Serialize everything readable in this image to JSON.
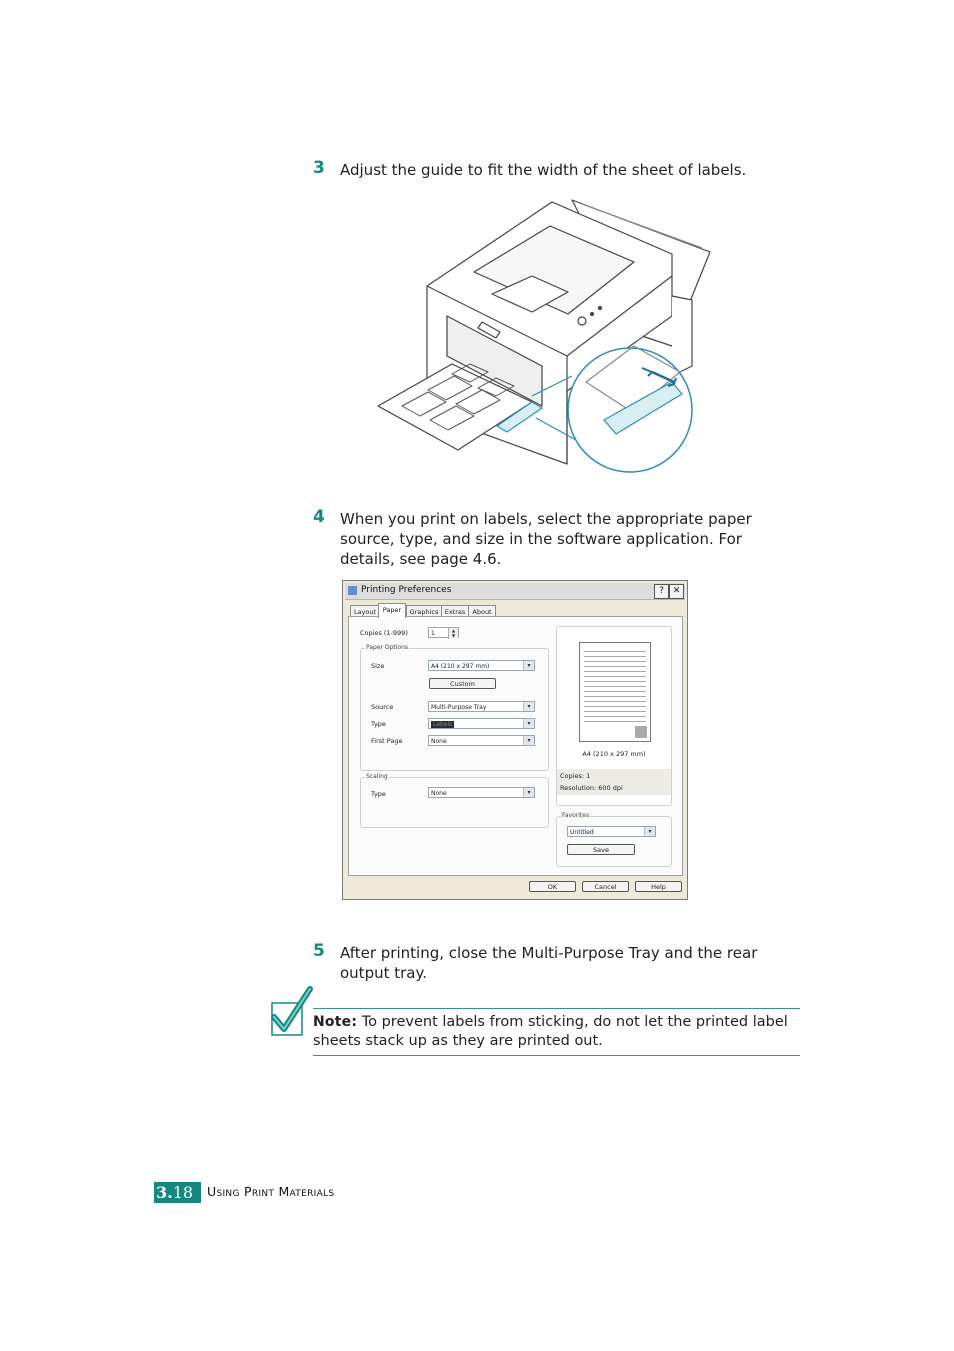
{
  "steps": [
    {
      "number": "3",
      "text": "Adjust the guide to fit the width of the sheet of labels."
    },
    {
      "number": "4",
      "text": "When you print on labels, select the appropriate paper source, type, and size in the software application. For details, see page 4.6."
    },
    {
      "number": "5",
      "text": "After printing, close the Multi-Purpose Tray and the rear output tray."
    }
  ],
  "dialog": {
    "title": "Printing Preferences",
    "help_btn": "?",
    "close_btn": "✕",
    "tabs": [
      "Layout",
      "Paper",
      "Graphics",
      "Extras",
      "About"
    ],
    "active_tab": "Paper",
    "copies_label": "Copies (1-999)",
    "copies_value": "1",
    "paper_options_caption": "Paper Options",
    "size_label": "Size",
    "size_value": "A4 (210 x 297 mm)",
    "custom_button": "Custom",
    "source_label": "Source",
    "source_value": "Multi-Purpose Tray",
    "type_label": "Type",
    "type_value": "Labels",
    "first_page_label": "First Page",
    "first_page_value": "None",
    "scaling_caption": "Scaling",
    "scaling_type_label": "Type",
    "scaling_type_value": "None",
    "preview_size": "A4 (210 x 297 mm)",
    "preview_letter": "S",
    "copies_info": "Copies: 1",
    "resolution_info": "Resolution: 600 dpi",
    "favorites_caption": "Favorites",
    "favorites_value": "Untitled",
    "save_button": "Save",
    "ok_button": "OK",
    "cancel_button": "Cancel",
    "help_button": "Help"
  },
  "note": {
    "heading": "Note:",
    "text": "To prevent labels from sticking, do not let the printed label sheets stack up as they are printed out."
  },
  "footer": {
    "chapter": "3.",
    "page": "18",
    "title": "Using Print Materials"
  },
  "colors": {
    "accent": "#16897f"
  }
}
